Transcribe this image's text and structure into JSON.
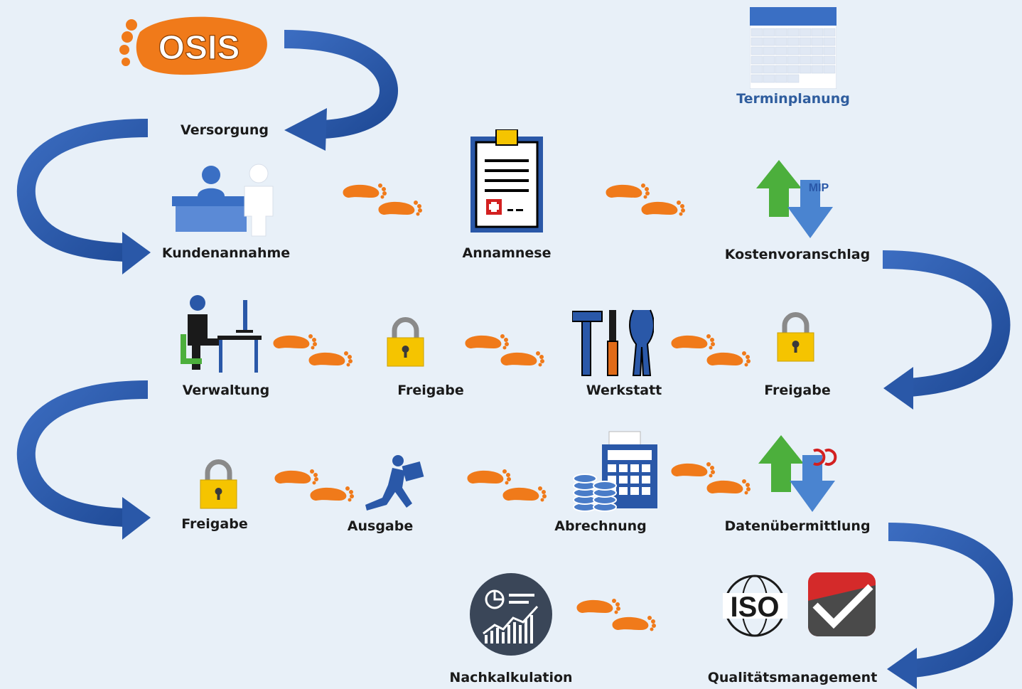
{
  "logo": {
    "text": "OSIS",
    "color": "#f07a1a"
  },
  "colors": {
    "arrow": "#2a58a8",
    "footprint": "#f07a1a",
    "lock_body": "#f5c400",
    "label": "#1a1a1a",
    "terminplanung": "#2f5d9e"
  },
  "steps": {
    "versorgung": "Versorgung",
    "terminplanung": "Terminplanung",
    "kundenannahme": "Kundenannahme",
    "annamnese": "Annamnese",
    "kostenvoranschlag": "Kostenvoranschlag",
    "verwaltung": "Verwaltung",
    "freigabe_1": "Freigabe",
    "werkstatt": "Werkstatt",
    "freigabe_2": "Freigabe",
    "freigabe_3": "Freigabe",
    "ausgabe": "Ausgabe",
    "abrechnung": "Abrechnung",
    "datenuebermittlung": "Datenübermittlung",
    "nachkalkulation": "Nachkalkulation",
    "qualitaetsmanagement": "Qualitätsmanagement"
  },
  "icon_text": {
    "mip": "MIP",
    "iso": "ISO"
  }
}
